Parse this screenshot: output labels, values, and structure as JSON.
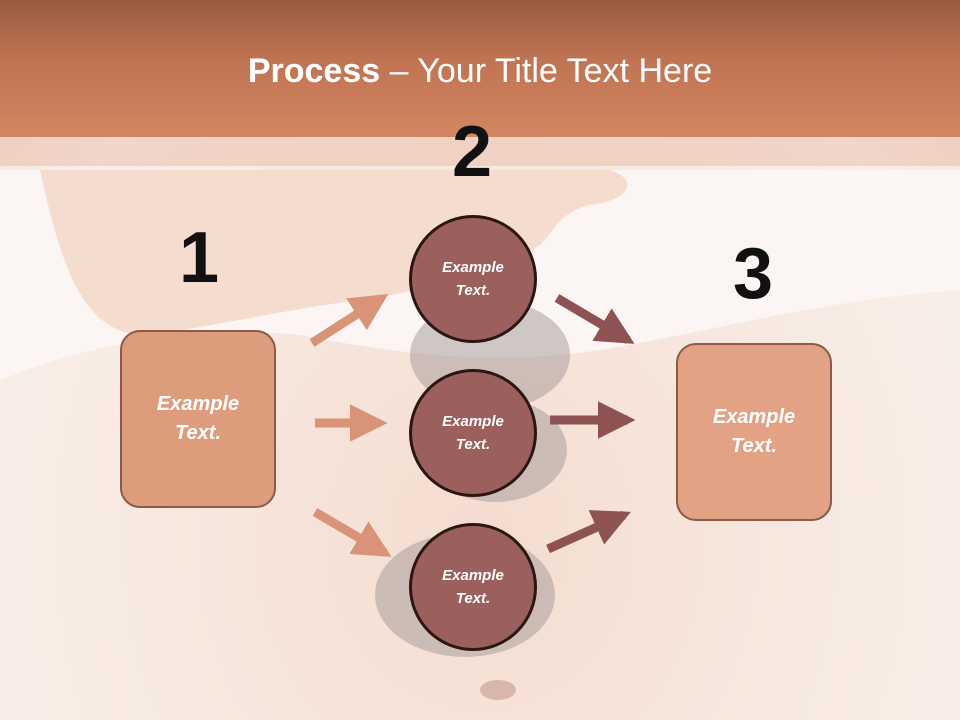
{
  "title": {
    "bold": "Process",
    "rest": " – Your Title Text Here"
  },
  "steps": [
    {
      "number": "1",
      "box": {
        "line1": "Example",
        "line2": "Text."
      }
    },
    {
      "number": "2",
      "circles": [
        {
          "line1": "Example",
          "line2": "Text."
        },
        {
          "line1": "Example",
          "line2": "Text."
        },
        {
          "line1": "Example",
          "line2": "Text."
        }
      ]
    },
    {
      "number": "3",
      "box": {
        "line1": "Example",
        "line2": "Text."
      }
    }
  ],
  "colors": {
    "title_bar": "#c07453",
    "left_box": "#dd9d7d",
    "right_box": "#e2a283",
    "circle_fill": "#9b5f5e",
    "arrow_in": "#d99377",
    "arrow_out": "#8e5252"
  }
}
